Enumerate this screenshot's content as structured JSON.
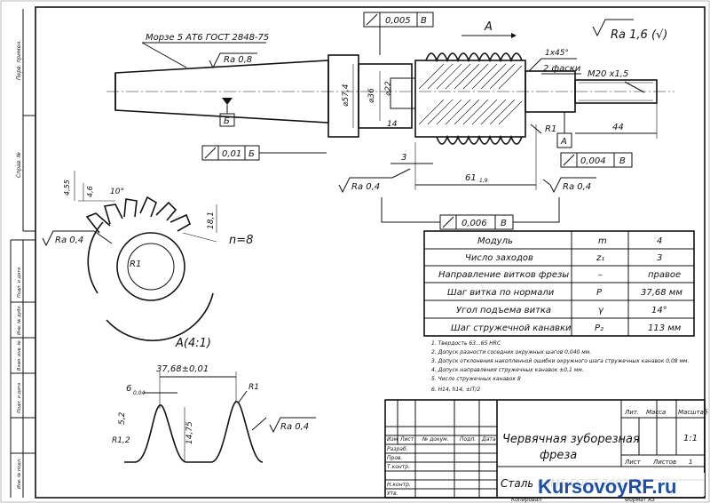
{
  "roughness_main": "Ra 1,6 (√)",
  "taper_label": "Морзе 5 АТ6 ГОСТ 2848-75",
  "ra_08": "Ra 0,8",
  "ra_04": "Ra 0,4",
  "tol_top_val": "0,005",
  "tol_top_ref": "В",
  "tol_b_val": "0,01",
  "tol_b_ref": "Б",
  "datum_b": "Б",
  "datum_a_box": "А",
  "tol_right_val": "0,004",
  "tol_right_ref": "В",
  "tol_bottom_val": "0,006",
  "tol_bottom_ref": "В",
  "view_a": "А",
  "chamfer": "1x45°",
  "chamfers_2": "2 фаски",
  "thread": "М20 x1,5",
  "dims": {
    "d574": "⌀57,4",
    "d36": "⌀36",
    "d22": "⌀22",
    "l14": "14",
    "l3": "3",
    "l61": "61",
    "l61_tol": "1,9",
    "l44": "44",
    "r1": "R1",
    "d455": "4,55",
    "d46": "4,6",
    "a10": "10°",
    "d181": "18,1",
    "p3768": "37,68±0,01",
    "d6": "6",
    "d6_tol": "0,04",
    "d52": "5,2",
    "d1475": "14,75",
    "r12": "R1,2",
    "r1b": "R1"
  },
  "view_label": "А(4:1)",
  "n_label": "n=8",
  "param_table": {
    "rows": [
      {
        "name": "Модуль",
        "sym": "m",
        "val": "4"
      },
      {
        "name": "Число заходов",
        "sym": "z₁",
        "val": "3"
      },
      {
        "name": "Направление витков фрезы",
        "sym": "–",
        "val": "правое"
      },
      {
        "name": "Шаг витка по нормали",
        "sym": "P",
        "val": "37,68 мм"
      },
      {
        "name": "Угол подъема витка",
        "sym": "γ",
        "val": "14°"
      },
      {
        "name": "Шаг стружечной канавки",
        "sym": "P₂",
        "val": "113 мм"
      }
    ]
  },
  "notes": [
    "1. Твердость 63...65 HRC",
    "2. Допуск разности соседних окружных шагов 0,040 мм.",
    "3. Допуск отклонения накопленной ошибки окружного шага стружечных канавок 0,08 мм.",
    "4. Допуск направления стружечных канавок ±0,1 мм.",
    "5. Число стружечных канавок 8",
    "6. H14, h14, ±IT/2"
  ],
  "title_block": {
    "title_line1": "Червячная зуборезная",
    "title_line2": "фреза",
    "material": "Сталь Р6М5 ГОСТ 2082-74",
    "lit": "Лит.",
    "mass": "Масса",
    "scale": "Масштаб",
    "scale_val": "1:1",
    "sheet": "Лист",
    "sheets": "Листов",
    "sheets_val": "1",
    "format": "Формат",
    "format_val": "А3",
    "copied": "Копировал",
    "rows": [
      "Изм",
      "Лист",
      "№ докум.",
      "Подп.",
      "Дата"
    ],
    "roles": [
      "Разраб.",
      "Пров.",
      "Т.контр.",
      "Н.контр.",
      "Утв."
    ]
  },
  "side_stamps": [
    "Перв. примен.",
    "Справ. №",
    "Подп. и дата",
    "Инв. № дубл.",
    "Взам. инв. №",
    "Подп. и дата",
    "Инв. № подл."
  ],
  "watermark": "KursovoyRF.ru"
}
